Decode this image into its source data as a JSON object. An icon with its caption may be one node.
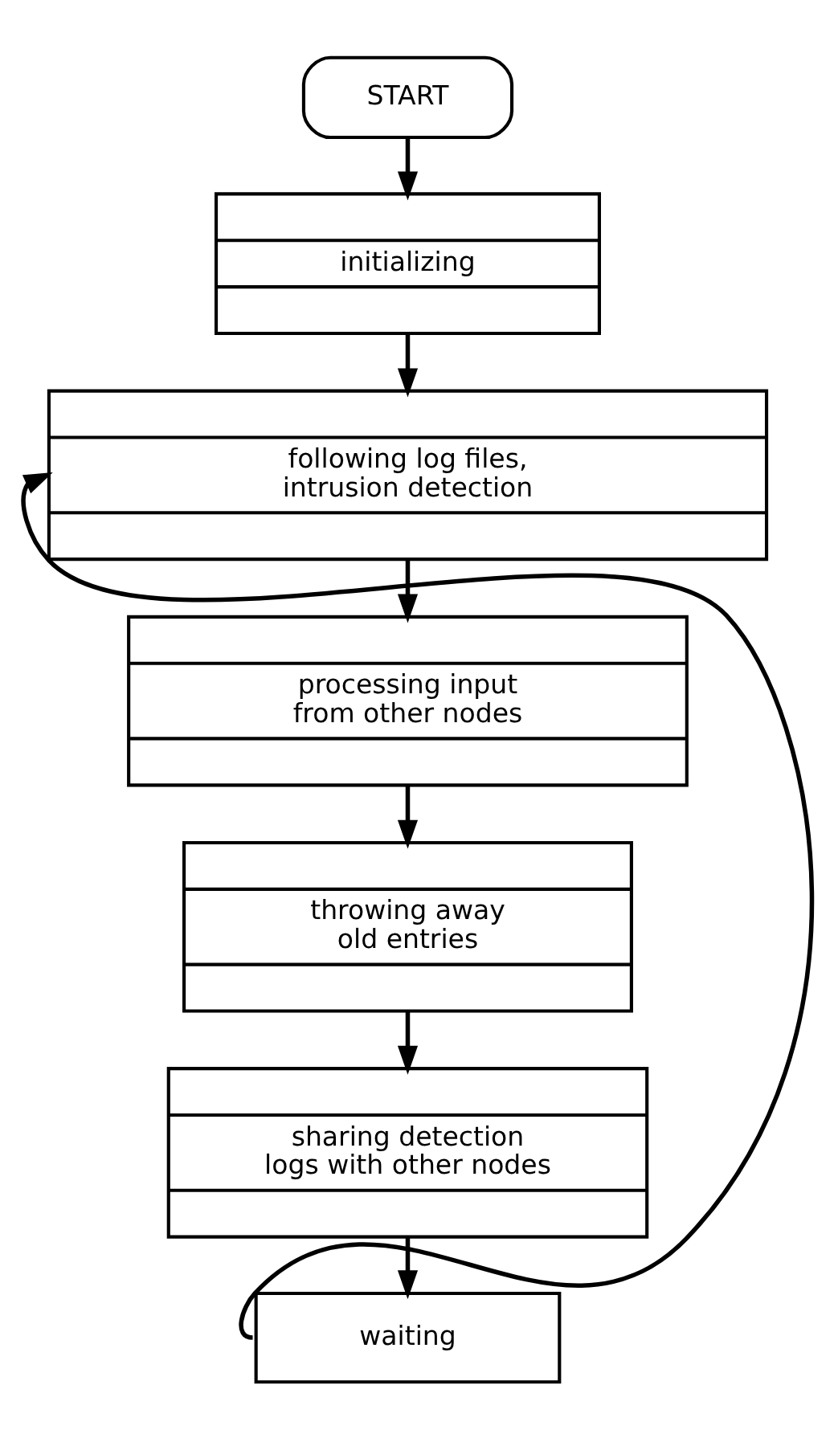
{
  "diagram": {
    "nodes": [
      {
        "text": [
          "START"
        ]
      },
      {
        "text": [
          "initializing"
        ]
      },
      {
        "text": [
          "following log files, intrusion detection"
        ]
      },
      {
        "text": [
          "processing input from other nodes"
        ]
      },
      {
        "text": [
          "throwing away old entries"
        ]
      },
      {
        "text": [
          "sharing detection logs with other nodes"
        ]
      },
      {
        "text": [
          "waiting"
        ]
      }
    ],
    "edges": [
      {
        "from": 0,
        "to": 1,
        "arrow": "to"
      },
      {
        "from": 1,
        "to": 2,
        "arrow": "to"
      },
      {
        "from": 2,
        "to": 3,
        "arrow": "to"
      },
      {
        "from": 3,
        "to": 4,
        "arrow": "to"
      },
      {
        "from": 4,
        "to": 5,
        "arrow": "to"
      },
      {
        "from": 5,
        "to": 6,
        "arrow": "to"
      },
      {
        "from": 6,
        "to": 2,
        "arrow": "to"
      }
    ]
  }
}
